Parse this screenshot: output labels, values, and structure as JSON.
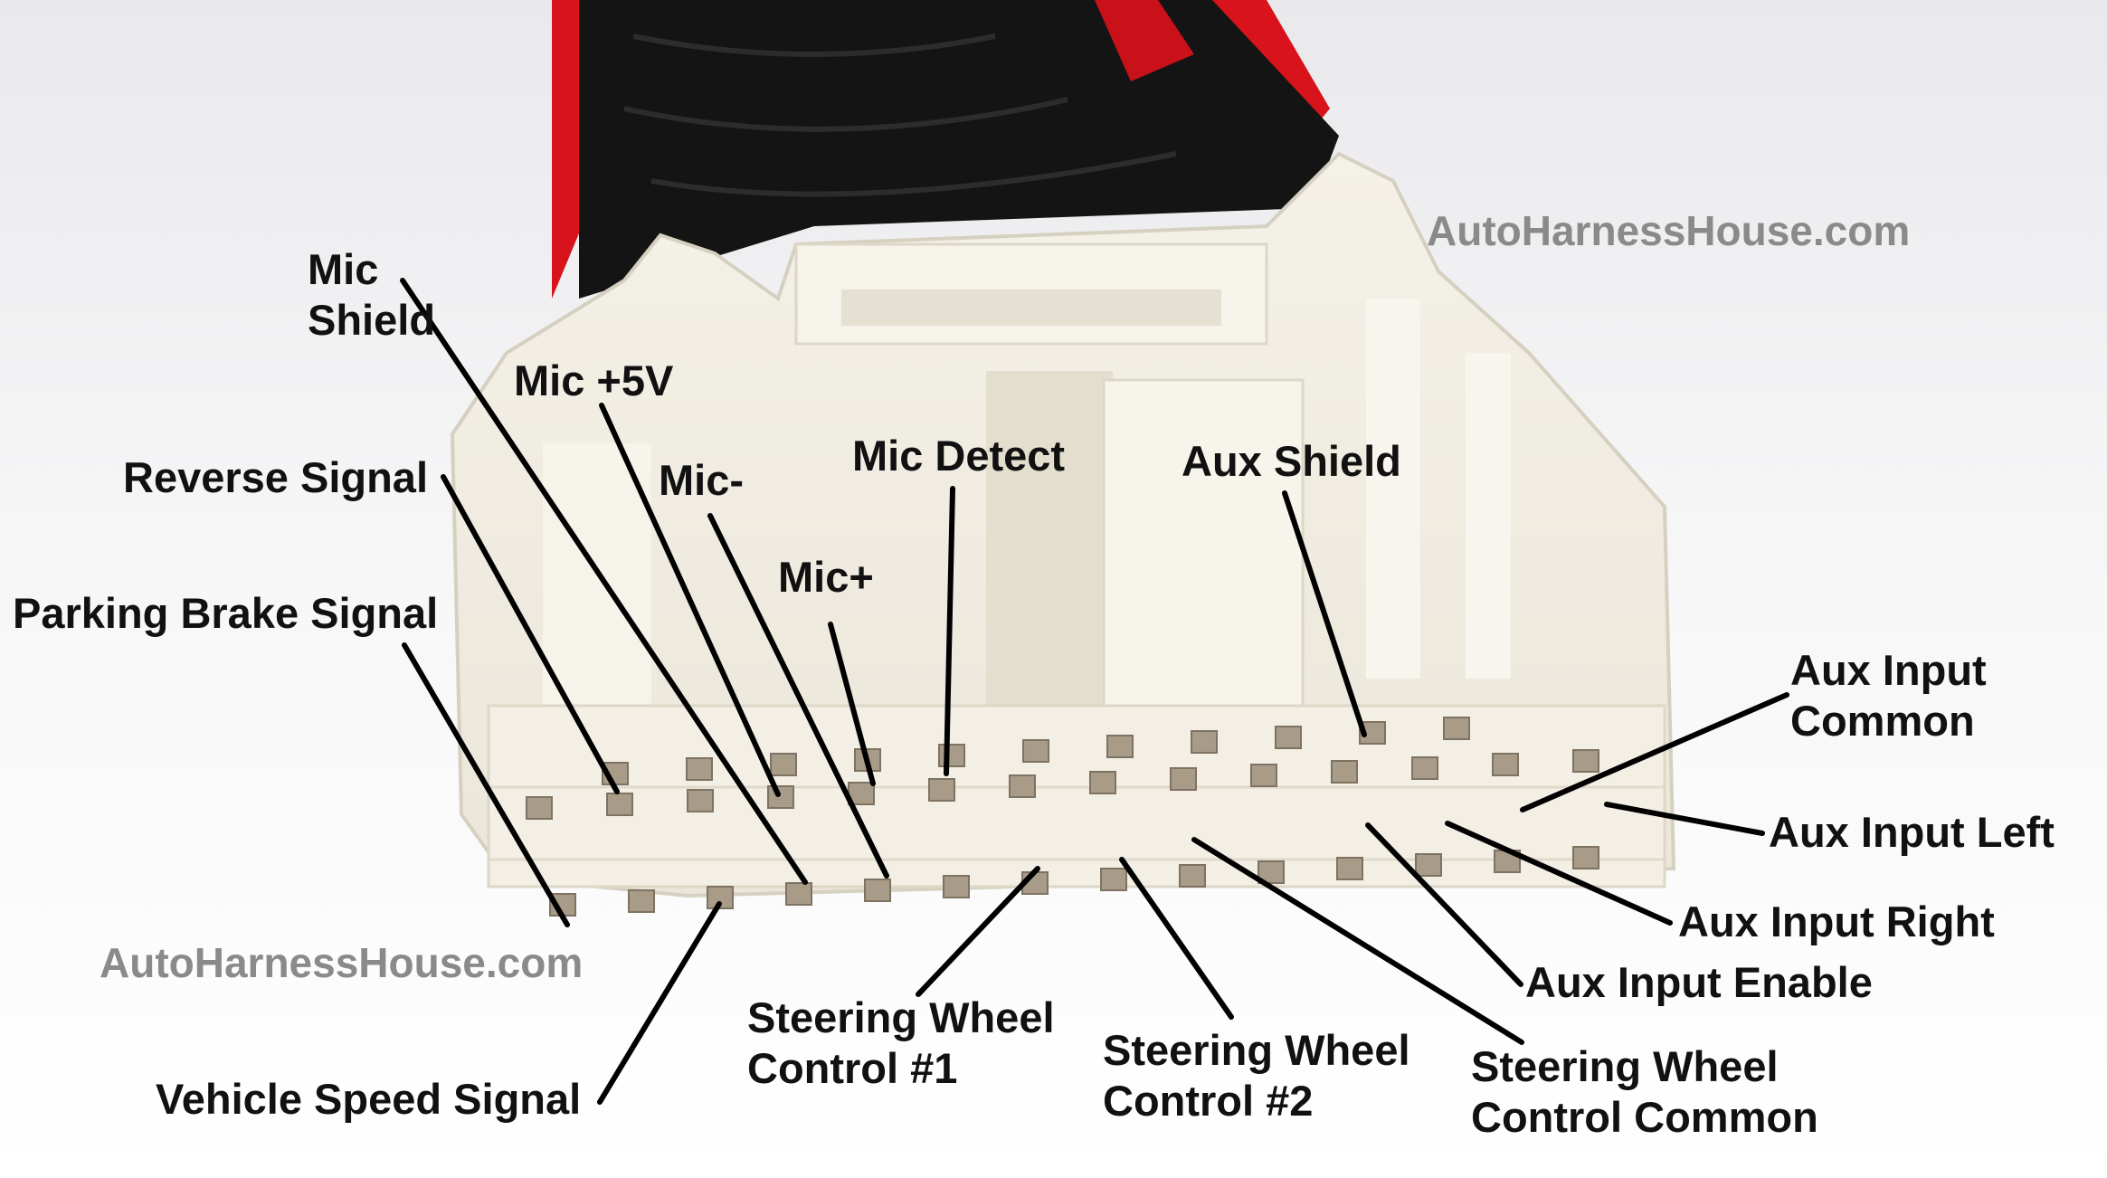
{
  "watermarks": {
    "top": "AutoHarnessHouse.com",
    "bottom": "AutoHarnessHouse.com"
  },
  "labels": {
    "mic_shield": [
      "Mic",
      "Shield"
    ],
    "mic_5v": "Mic +5V",
    "mic_minus": "Mic-",
    "mic_detect": "Mic Detect",
    "mic_plus": "Mic+",
    "aux_shield": "Aux Shield",
    "reverse_signal": "Reverse Signal",
    "parking_brake": "Parking Brake Signal",
    "aux_input_common": [
      "Aux Input",
      "Common"
    ],
    "aux_input_left": "Aux Input Left",
    "aux_input_right": "Aux Input Right",
    "aux_input_enable": "Aux Input Enable",
    "vehicle_speed": "Vehicle Speed Signal",
    "swc1": [
      "Steering Wheel",
      "Control #1"
    ],
    "swc2": [
      "Steering Wheel",
      "Control #2"
    ],
    "swc_common": [
      "Steering Wheel",
      "Control Common"
    ]
  },
  "colors": {
    "connector_body": "#f2efe6",
    "connector_shadow": "#ddd8ca",
    "wire_black": "#141414",
    "wire_red": "#d8131b",
    "pin_slot": "#a89c88",
    "leader_line": "#000000",
    "watermark": "#8a8a8a"
  }
}
